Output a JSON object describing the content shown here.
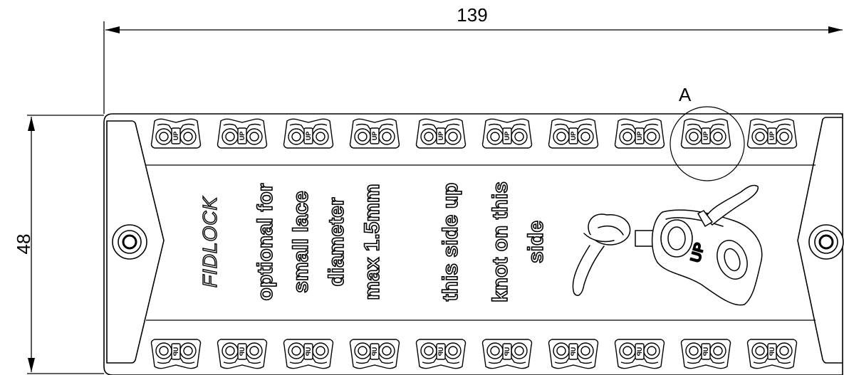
{
  "dimensions": {
    "width_label": "139",
    "height_label": "48"
  },
  "detail_marker": "A",
  "brand": "FIDLOCK",
  "labels": {
    "optional_line1": "optional for",
    "optional_line2": "small lace",
    "optional_line3": "diameter",
    "optional_line4": "max 1.5mm",
    "side_up": "this side up",
    "knot_line1": "knot on this",
    "knot_line2": "side"
  },
  "clip_marking": "UP",
  "clip_count_per_row": 10,
  "colors": {
    "line": "#000000",
    "fill": "#ffffff"
  }
}
